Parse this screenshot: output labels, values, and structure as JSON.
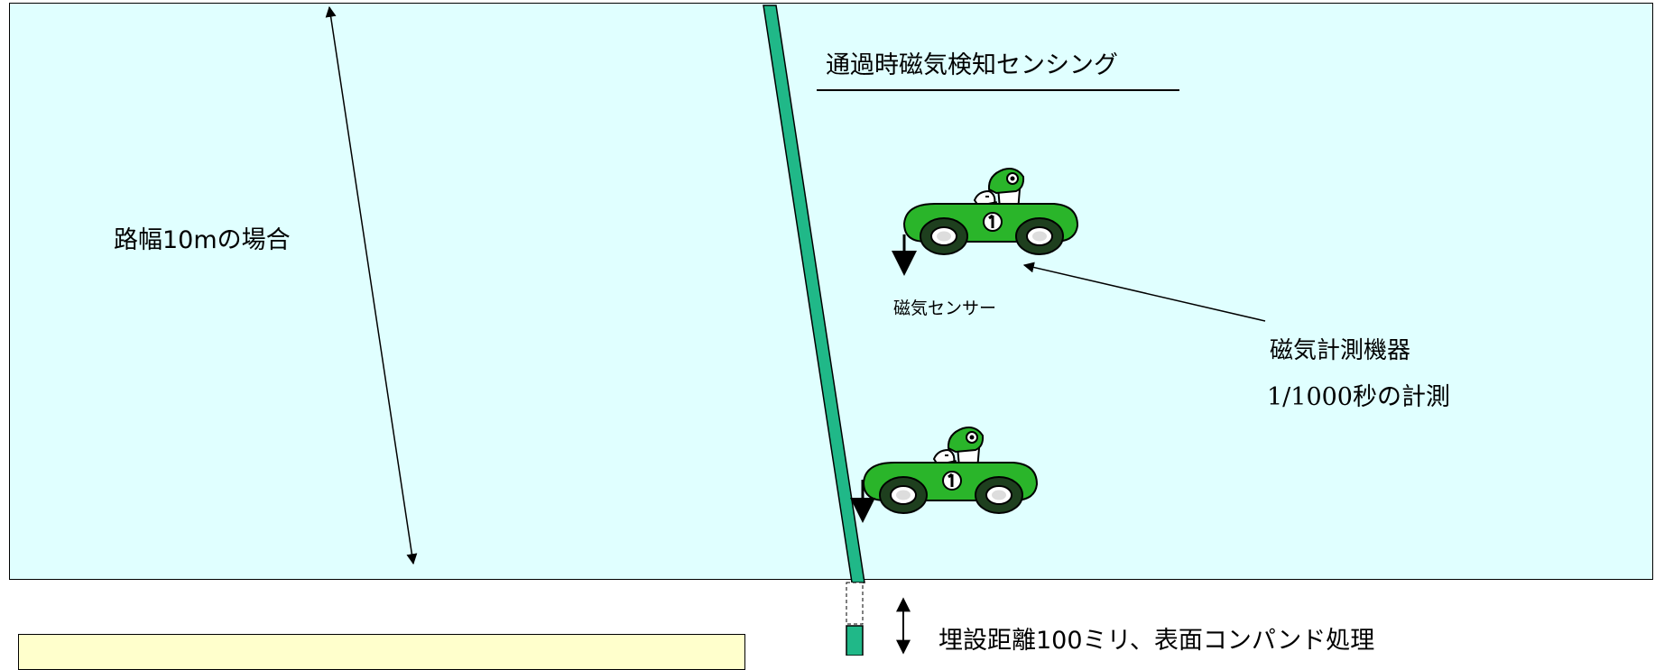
{
  "title": "通過時磁気検知センシング",
  "road_width_label": "路幅10mの場合",
  "sensor_label": "磁気センサー",
  "meter": {
    "line1": "磁気計測機器",
    "line2": "1/1000秒の計測"
  },
  "burial_label": "埋設距離100ミリ、表面コンパンド処理",
  "note_box": {
    "text": ""
  },
  "colors": {
    "road": "#e0ffff",
    "sensor_strip": "#20b888",
    "car_body": "#2ab52a",
    "note_box": "#ffffcc"
  },
  "icons": [
    "race-car-icon",
    "double-arrow-icon",
    "down-arrow-icon"
  ]
}
